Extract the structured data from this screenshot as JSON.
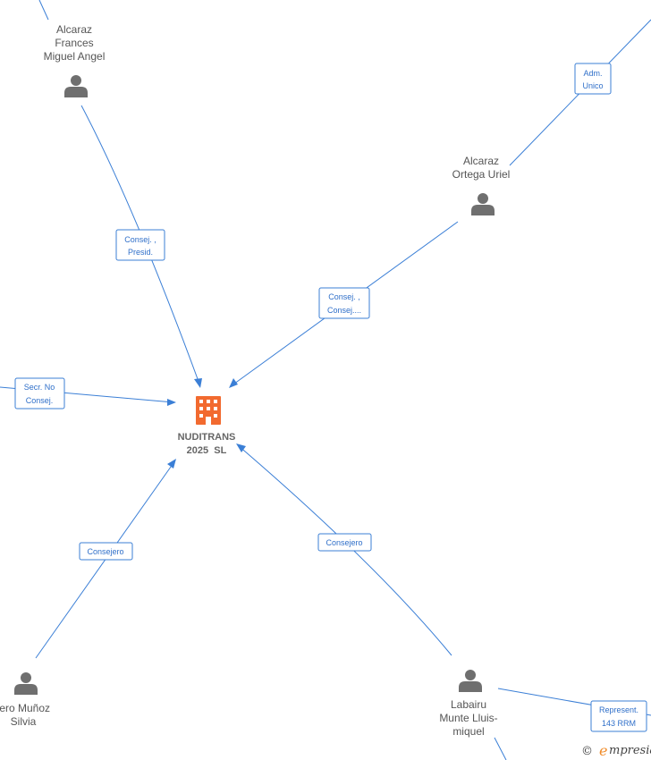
{
  "company": {
    "name_line1": "NUDITRANS",
    "name_line2": "2025  SL"
  },
  "persons": {
    "alcaraz_frances": [
      "Alcaraz",
      "Frances",
      "Miguel Angel"
    ],
    "alcaraz_ortega": [
      "Alcaraz",
      "Ortega Uriel"
    ],
    "otero_munoz": [
      "tero Muñoz",
      "Silvia"
    ],
    "labairu": [
      "Labairu",
      "Munte Lluis-",
      "miquel"
    ]
  },
  "edge_labels": {
    "adm_unico": [
      "Adm.",
      "Unico"
    ],
    "consej_presid": [
      "Consej. ,",
      "Presid."
    ],
    "consej_consej": [
      "Consej. ,",
      "Consej...."
    ],
    "secr_no_consej": [
      "Secr.  No",
      "Consej."
    ],
    "consejero_left": [
      "Consejero"
    ],
    "consejero_right": [
      "Consejero"
    ],
    "represent": [
      "Represent.",
      "143 RRM"
    ]
  },
  "brand": {
    "copyright": "©",
    "e": "e",
    "rest": "mpresia"
  },
  "colors": {
    "edge": "#3b7fd6",
    "company": "#f26a2f",
    "person": "#6f6f6f"
  }
}
